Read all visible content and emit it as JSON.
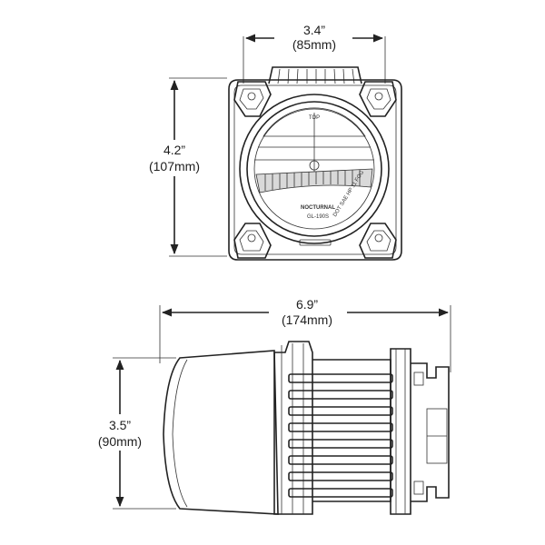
{
  "front_view": {
    "width_label": "3.4”",
    "width_metric": "(85mm)",
    "height_label": "4.2”",
    "height_metric": "(107mm)",
    "lens_top_mark": "TOP",
    "lens_brand": "NOCTURNAL",
    "lens_model": "GL-190S",
    "lens_dot_mark": "DOT SAE HP 11 FOG"
  },
  "side_view": {
    "length_label": "6.9”",
    "length_metric": "(174mm)",
    "height_label": "3.5”",
    "height_metric": "(90mm)"
  },
  "colors": {
    "line": "#222222",
    "background": "#ffffff"
  }
}
